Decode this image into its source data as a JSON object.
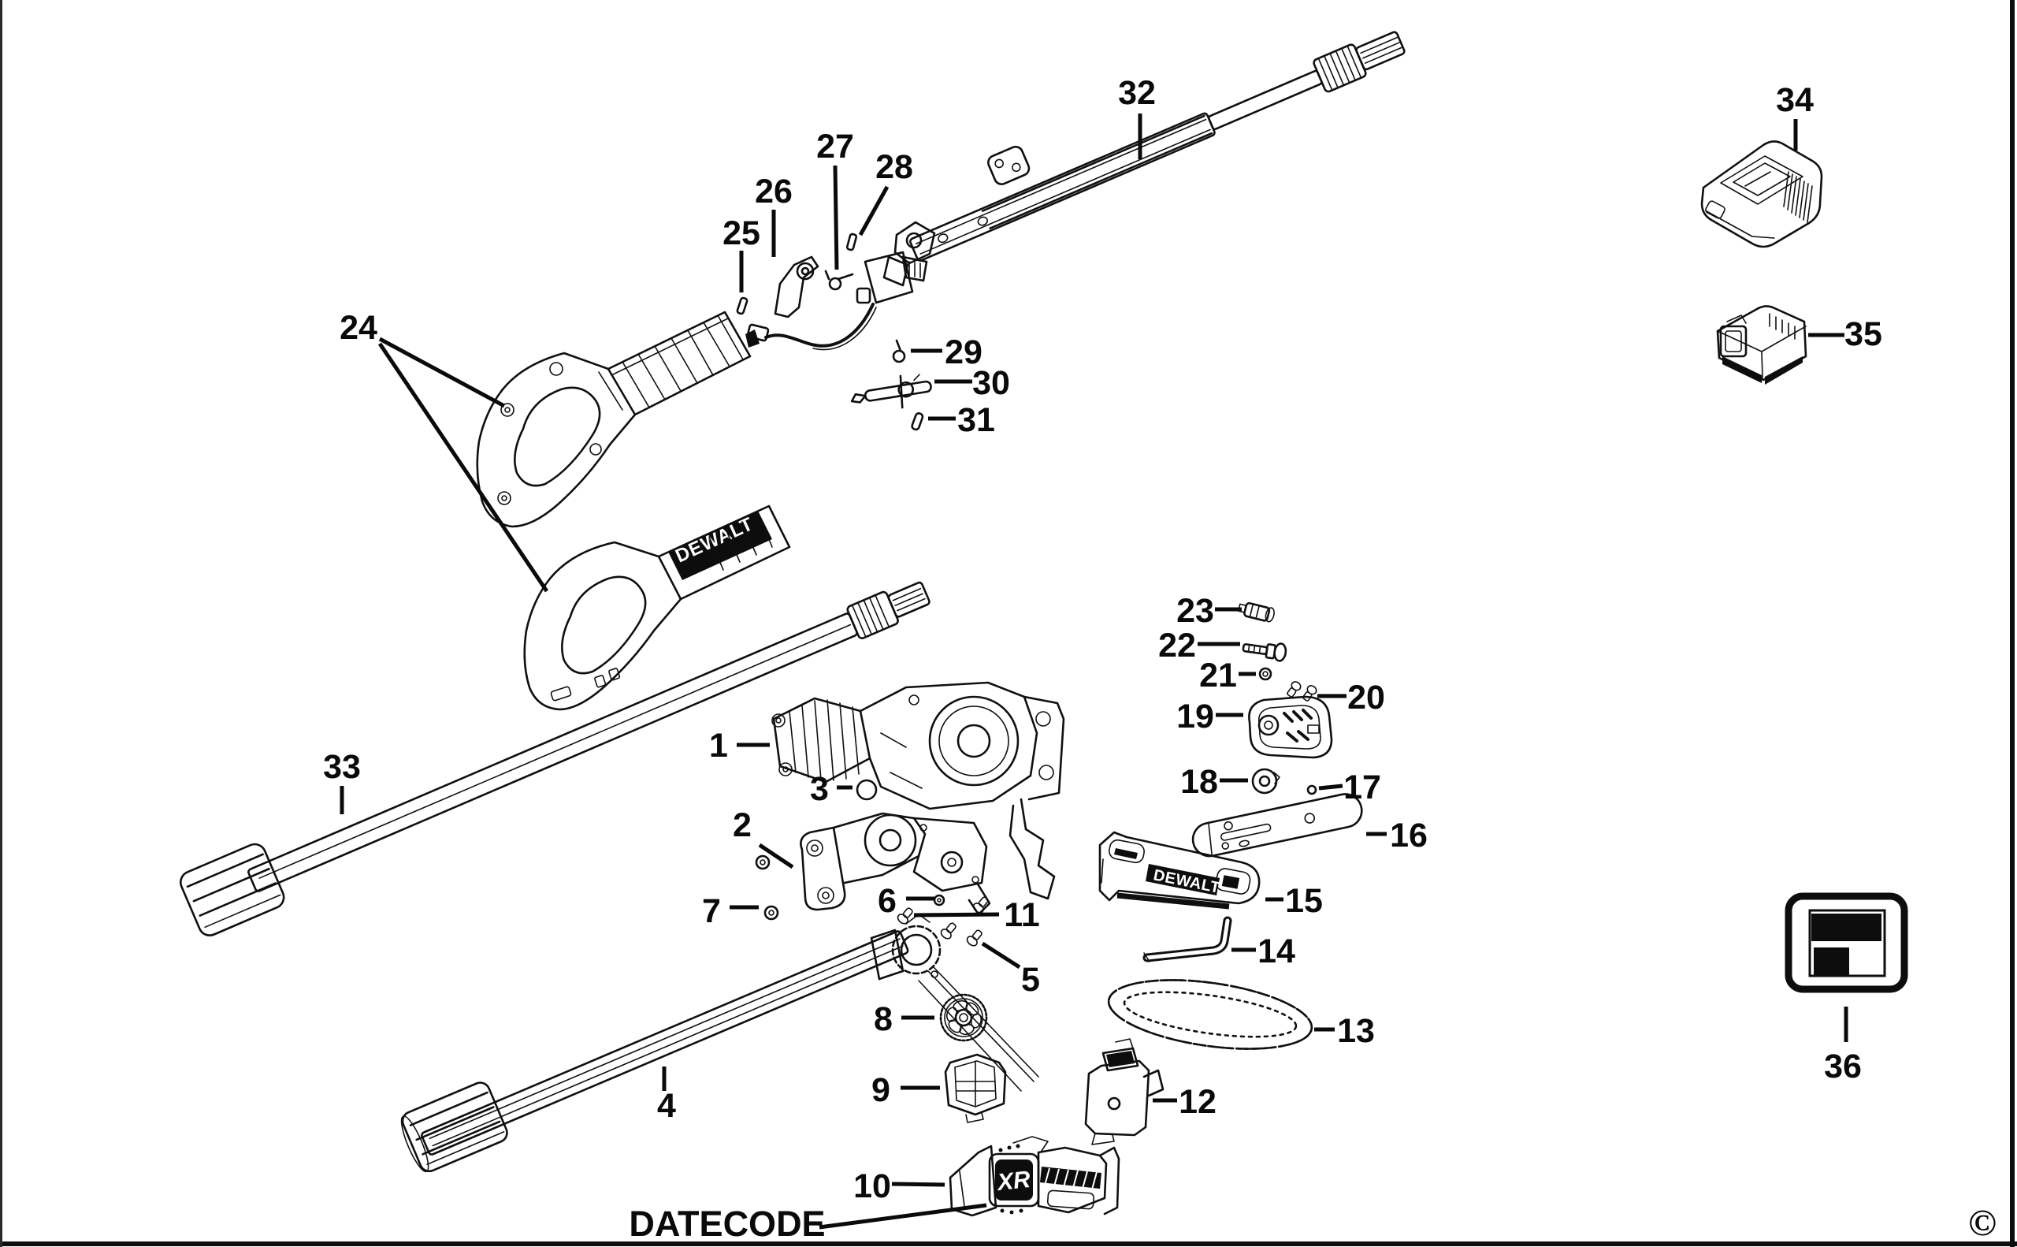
{
  "diagram": {
    "datecode_label": "DATECODE",
    "copyright_symbol": "©"
  },
  "branding": {
    "handle_logo": "DEWALT",
    "cover_logo": "DEWALT",
    "motor_badge": "XR"
  },
  "colors": {
    "ink": "#0d0d0d",
    "paper": "#ffffff"
  },
  "parts": [
    "1",
    "2",
    "3",
    "4",
    "5",
    "6",
    "7",
    "8",
    "9",
    "10",
    "11",
    "12",
    "13",
    "14",
    "15",
    "16",
    "17",
    "18",
    "19",
    "20",
    "21",
    "22",
    "23",
    "24",
    "25",
    "26",
    "27",
    "28",
    "29",
    "30",
    "31",
    "32",
    "33",
    "34",
    "35",
    "36"
  ]
}
